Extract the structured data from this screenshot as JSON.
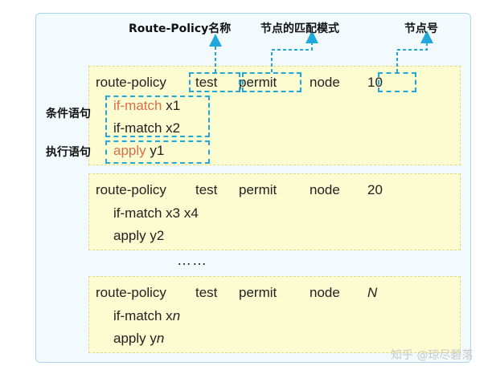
{
  "annotations": {
    "route_policy_name": "Route-Policy名称",
    "match_mode": "节点的匹配模式",
    "node_number": "节点号",
    "condition_clause": "条件语句",
    "apply_clause": "执行语句"
  },
  "block1": {
    "route_policy": "route-policy",
    "name": "test",
    "mode": "permit",
    "node_kw": "node",
    "node_num": "10",
    "if_match_kw": "if-match",
    "if_match_1_val": "x1",
    "if_match_2": "if-match x2",
    "apply_kw": "apply",
    "apply_val": "y1"
  },
  "block2": {
    "route_policy": "route-policy",
    "name": "test",
    "mode": "permit",
    "node_kw": "node",
    "node_num": "20",
    "if_match": "if-match x3 x4",
    "apply": "apply y2"
  },
  "ellipsis": "……",
  "block3": {
    "route_policy": "route-policy",
    "name": "test",
    "mode": "permit",
    "node_kw": "node",
    "node_num": "N",
    "if_match_prefix": "if-match x",
    "if_match_var": "n",
    "apply_prefix": "apply y",
    "apply_var": "n"
  },
  "watermark": "知乎 @琼尽碧落",
  "colors": {
    "highlight": "#1fa8d9",
    "keyword": "#d56f4c",
    "node_fill": "#fdfbd0"
  }
}
